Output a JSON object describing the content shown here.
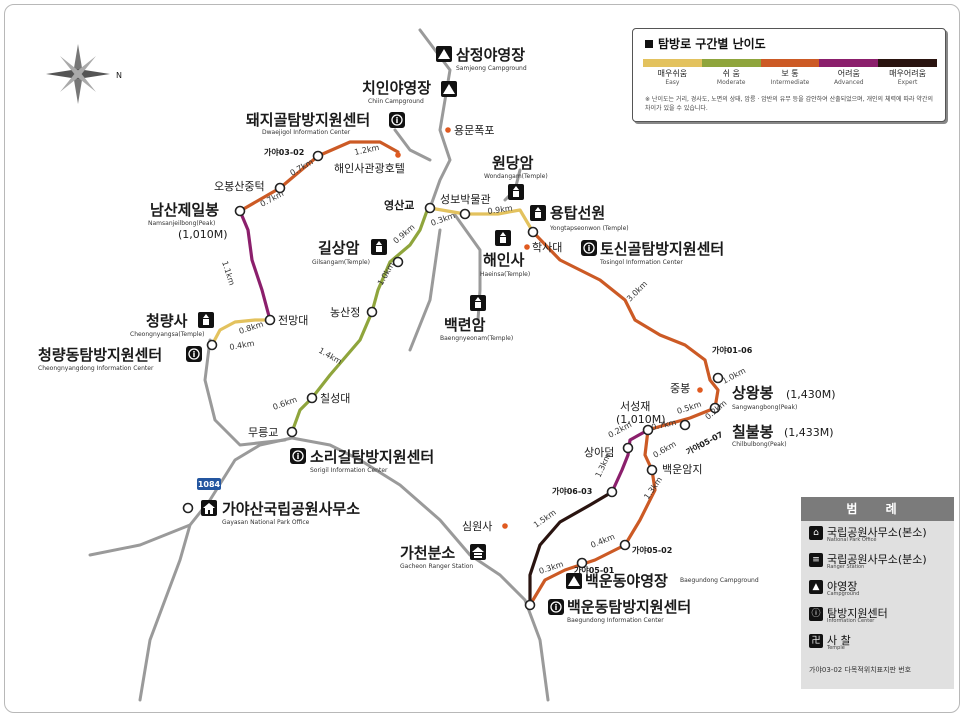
{
  "difficulty": {
    "title": "탐방로 구간별 난이도",
    "levels": [
      {
        "ko": "매우쉬움",
        "en": "Easy",
        "color": "#e3c25e"
      },
      {
        "ko": "쉬 움",
        "en": "Moderate",
        "color": "#8fa53c"
      },
      {
        "ko": "보 통",
        "en": "Intermediate",
        "color": "#cc5a25"
      },
      {
        "ko": "어려움",
        "en": "Advanced",
        "color": "#8b1f6c"
      },
      {
        "ko": "매우어려움",
        "en": "Expert",
        "color": "#2a1410"
      }
    ],
    "note": "※ 난이도는 거리, 경사도, 노면의 상태, 암릉 · 암반의 유무 등을 감안하여 산출되었으며, 개인의 체력에 따라 약간의 차이가 있을 수 있습니다."
  },
  "legend": {
    "title": "범 례",
    "items": [
      {
        "ko": "국립공원사무소(본소)",
        "en": "National Park Office",
        "icon": "office-icon"
      },
      {
        "ko": "국립공원사무소(분소)",
        "en": "Ranger Station",
        "icon": "ranger-station-icon"
      },
      {
        "ko": "야영장",
        "en": "Campground",
        "icon": "campground-icon"
      },
      {
        "ko": "탐방지원센터",
        "en": "Information Center",
        "icon": "info-center-icon"
      },
      {
        "ko": "사 찰",
        "en": "Temple",
        "icon": "temple-icon"
      }
    ],
    "footnote": "가야03-02   다목적위치표지판 번호"
  },
  "compass": {
    "north": "N"
  },
  "road": {
    "number": "1084"
  },
  "places": {
    "samjeong": {
      "ko": "삼정야영장",
      "en": "Samjeong Campground"
    },
    "chiin": {
      "ko": "치인야영장",
      "en": "Chiin Campground"
    },
    "dwaejigol": {
      "ko": "돼지골탐방지원센터",
      "en": "Dwaejigol Information Center"
    },
    "yongmun": {
      "ko": "용문폭포"
    },
    "haeinsa_hotel": {
      "ko": "해인사관광호텔"
    },
    "gaya0302": {
      "ko": "가야03-02"
    },
    "obongsan": {
      "ko": "오봉산중턱"
    },
    "namsan": {
      "ko": "남산제일봉",
      "en": "Namsanjeilbong(Peak)",
      "elev": "(1,010M)"
    },
    "wondangam": {
      "ko": "원당암",
      "en": "Wondangam(Temple)"
    },
    "yeongsangyo": {
      "ko": "영산교"
    },
    "museum": {
      "ko": "성보박물관"
    },
    "yongtap": {
      "ko": "용탑선원",
      "en": "Yongtapseonwon (Temple)"
    },
    "haksadae": {
      "ko": "학사대"
    },
    "haeinsa": {
      "ko": "해인사",
      "en": "Haeinsa(Temple)"
    },
    "tosingol": {
      "ko": "토신골탐방지원센터",
      "en": "Tosingol Information Center"
    },
    "gilsangam": {
      "ko": "길상암",
      "en": "Gilsangam(Temple)"
    },
    "baengnyeonam": {
      "ko": "백련암",
      "en": "Baengnyeonam(Temple)"
    },
    "nongsanjeong": {
      "ko": "농산정"
    },
    "cheongryangsa": {
      "ko": "청량사",
      "en": "Cheongnyangsa(Temple)"
    },
    "jeonmangdae": {
      "ko": "전망대"
    },
    "cheongryangdong": {
      "ko": "청량동탐방지원센터",
      "en": "Cheongnyangdong Information Center"
    },
    "chilseongdae": {
      "ko": "칠성대"
    },
    "mureunggyo": {
      "ko": "무릉교"
    },
    "sorigil": {
      "ko": "소리길탐방지원센터",
      "en": "Sorigil Information Center"
    },
    "office": {
      "ko": "가야산국립공원사무소",
      "en": "Gayasan National Park Office"
    },
    "gaya0106": {
      "ko": "가야01-06"
    },
    "jungbong": {
      "ko": "중봉"
    },
    "sangwangbong": {
      "ko": "상왕봉",
      "en": "Sangwangbong(Peak)",
      "elev": "(1,430M)"
    },
    "chilbulbong": {
      "ko": "칠불봉",
      "en": "Chilbulbong(Peak)",
      "elev": "(1,433M)"
    },
    "seoseongjae": {
      "ko": "서성재",
      "elev": "(1,010M)"
    },
    "gaya0507": {
      "ko": "가야05-07"
    },
    "sangadeom": {
      "ko": "상아덤"
    },
    "baegunamji": {
      "ko": "백운암지"
    },
    "gaya0603": {
      "ko": "가야06-03"
    },
    "simwonsa": {
      "ko": "심원사"
    },
    "gaya0502": {
      "ko": "가야05-02"
    },
    "gaya0501": {
      "ko": "가야05-01"
    },
    "gacheon": {
      "ko": "가천분소",
      "en": "Gacheon Ranger Station"
    },
    "baegundong_camp": {
      "ko": "백운동야영장",
      "en": "Baegundong Campground"
    },
    "baegundong_info": {
      "ko": "백운동탐방지원센터",
      "en": "Baegundong Information Center"
    }
  },
  "distances": {
    "d1": "1.2km",
    "d2": "0.7km",
    "d3": "0.7km",
    "d4": "1.1km",
    "d5": "0.8km",
    "d6": "0.4km",
    "d7": "0.9km",
    "d8": "1.0km",
    "d9": "1.4km",
    "d10": "0.6km",
    "d11": "0.3km",
    "d12": "0.9km",
    "d13": "3.0km",
    "d14": "1.0km",
    "d15": "0.5km",
    "d16": "0.2km",
    "d17": "0.7km",
    "d18": "0.2km",
    "d19": "0.6km",
    "d20": "1.3km",
    "d21": "1.3km",
    "d22": "1.5km",
    "d23": "0.4km",
    "d24": "0.3km"
  }
}
